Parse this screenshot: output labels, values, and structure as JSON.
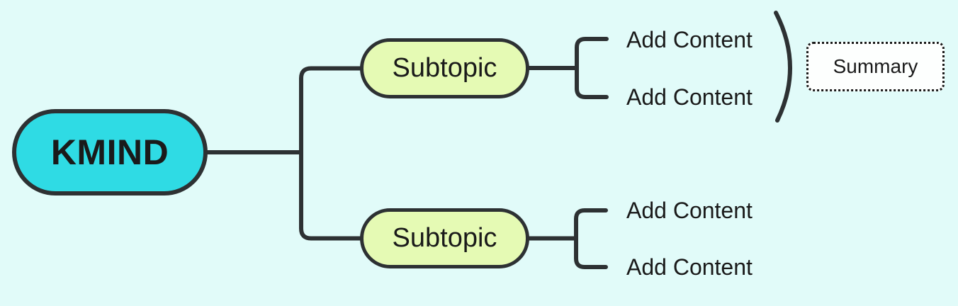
{
  "colors": {
    "background": "#E1FBF9",
    "line": "#2D3133",
    "text": "#1A1A1A",
    "root_fill": "#2FDBE4",
    "subtopic_fill": "#E5FAB4",
    "summary_fill": "#FDFFFE"
  },
  "mindmap": {
    "root": {
      "label": "KMIND"
    },
    "branches": [
      {
        "label": "Subtopic",
        "children": [
          {
            "label": "Add Content"
          },
          {
            "label": "Add Content"
          }
        ],
        "summary": {
          "label": "Summary"
        }
      },
      {
        "label": "Subtopic",
        "children": [
          {
            "label": "Add Content"
          },
          {
            "label": "Add Content"
          }
        ]
      }
    ]
  }
}
